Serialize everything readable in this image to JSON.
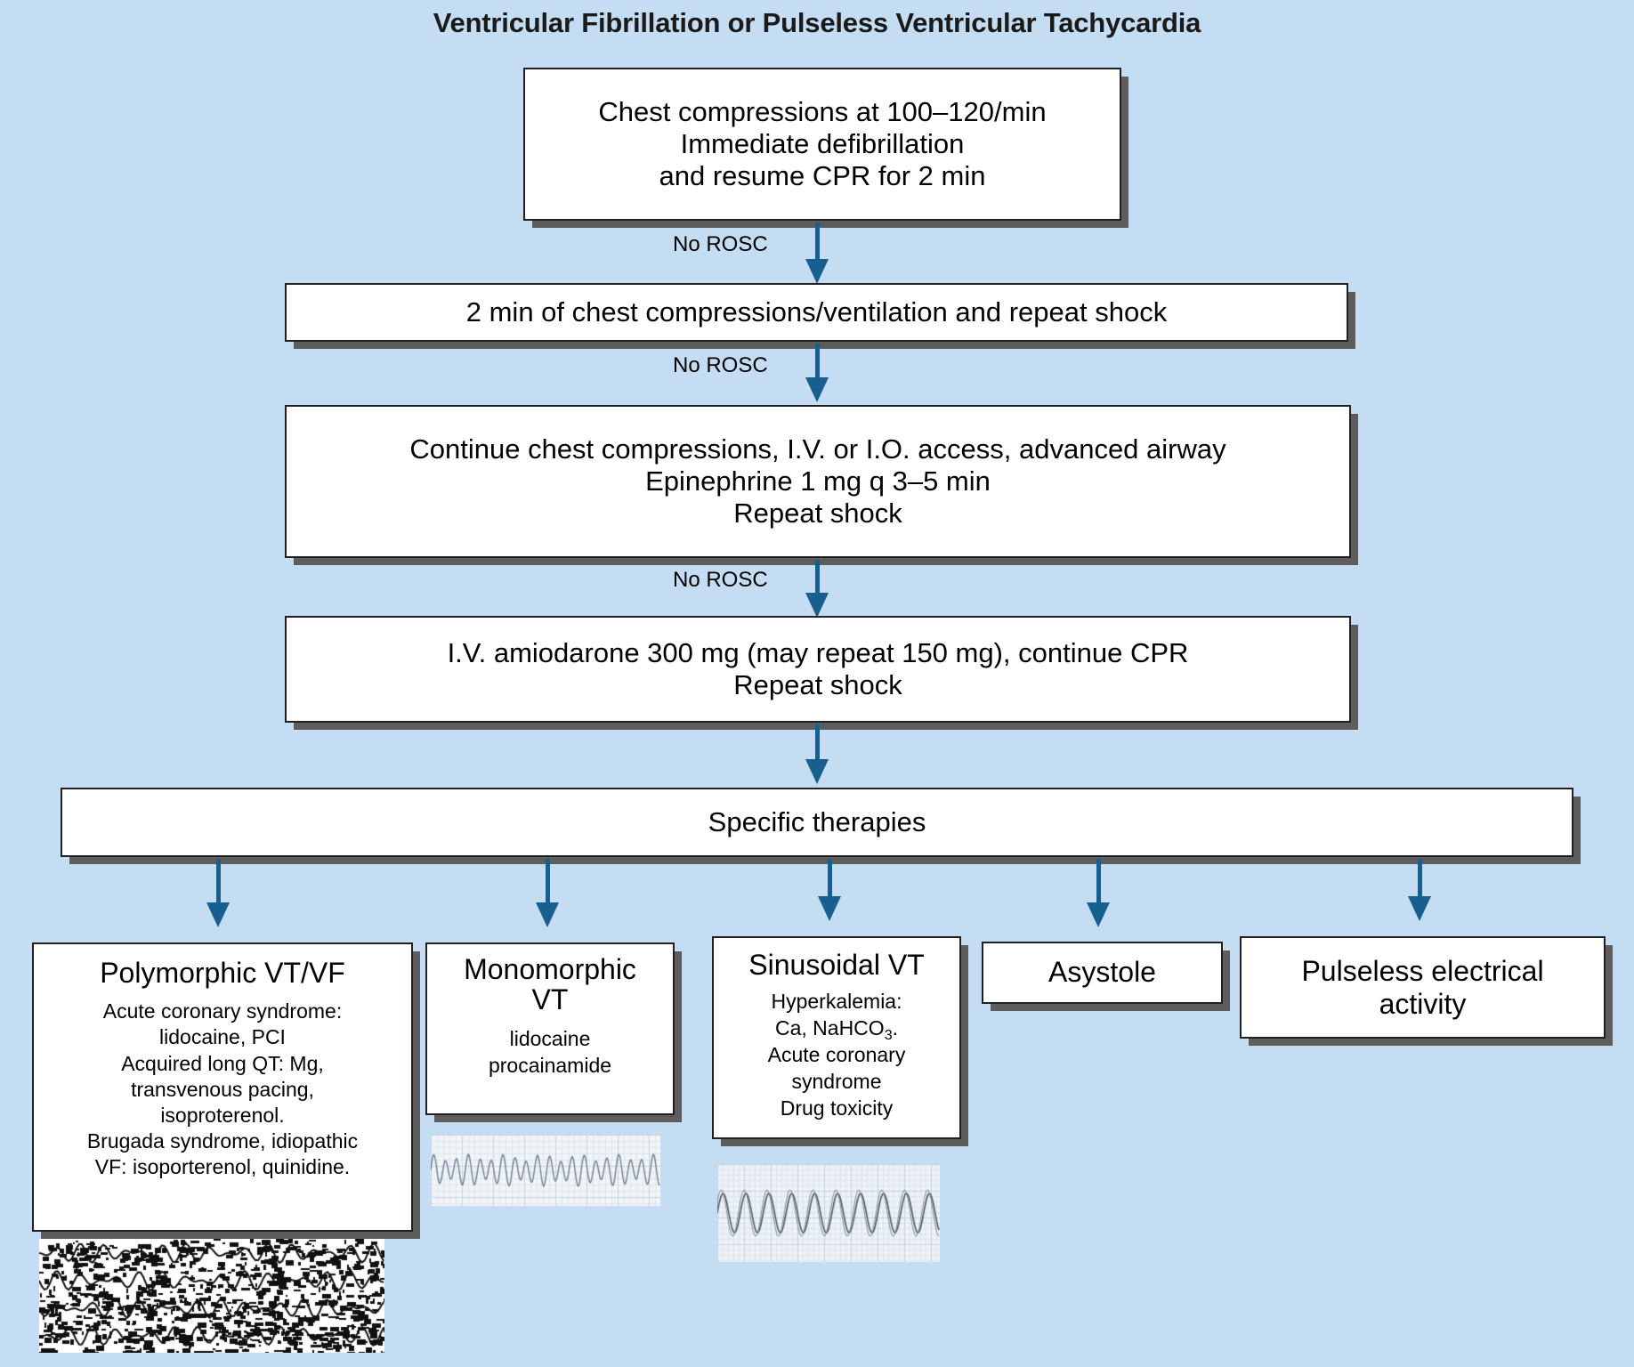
{
  "title": "Ventricular Fibrillation or Pulseless Ventricular Tachycardia",
  "colors": {
    "background": "#c5ddf2",
    "arrow": "#175f8e",
    "box_fill": "#ffffff",
    "box_border": "#231f20",
    "shadow": "#5d5d5d"
  },
  "chain": {
    "cpr": {
      "lines": [
        "Chest compressions at 100–120/min",
        "Immediate defibrillation",
        "and resume CPR for 2 min"
      ]
    },
    "two_min": {
      "lines": [
        "2 min of chest compressions/ventilation and repeat shock"
      ]
    },
    "continue": {
      "lines": [
        "Continue chest compressions, I.V. or I.O. access, advanced airway",
        "Epinephrine 1 mg q 3–5 min",
        "Repeat shock"
      ]
    },
    "amiodarone": {
      "lines": [
        "I.V. amiodarone 300 mg (may repeat 150 mg), continue CPR",
        "Repeat shock"
      ]
    },
    "specific": {
      "lines": [
        "Specific therapies"
      ]
    }
  },
  "edge_labels": {
    "no_rosc_1": "No ROSC",
    "no_rosc_2": "No ROSC",
    "no_rosc_3": "No ROSC"
  },
  "leaves": [
    {
      "id": "polymorphic",
      "heading": "Polymorphic VT/VF",
      "body": [
        "Acute coronary syndrome:",
        "lidocaine, PCI",
        "Acquired long QT: Mg,",
        "transvenous pacing,",
        "isoproterenol.",
        "Brugada syndrome, idiopathic",
        "VF: isoporterenol, quinidine."
      ],
      "ecg": "polymorphic-vt-ecg-strip"
    },
    {
      "id": "monomorphic",
      "heading": [
        "Monomorphic",
        "VT"
      ],
      "body": [
        "lidocaine",
        "procainamide"
      ],
      "ecg": "monomorphic-vt-ecg-strip"
    },
    {
      "id": "sinusoidal",
      "heading": "Sinusoidal VT",
      "body": [
        "Hyperkalemia:",
        "Ca, NaHCO3.",
        "Acute coronary",
        "syndrome",
        "Drug toxicity"
      ],
      "ecg": "sinusoidal-vt-ecg-strip"
    },
    {
      "id": "asystole",
      "heading": "Asystole",
      "body": [],
      "ecg": null
    },
    {
      "id": "pea",
      "heading": [
        "Pulseless electrical",
        "activity"
      ],
      "body": [],
      "ecg": null
    }
  ]
}
